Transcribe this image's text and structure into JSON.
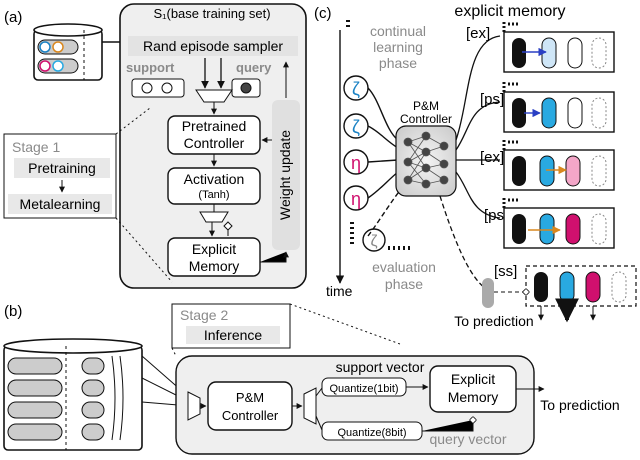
{
  "panel_a": {
    "label": "(a)",
    "set_title": "S₁(base training set)",
    "sampler": "Rand episode sampler",
    "support": "support",
    "query": "query",
    "controller_line1": "Pretrained",
    "controller_line2": "Controller",
    "activation_line1": "Activation",
    "activation_line2": "(Tanh)",
    "memory_line1": "Explicit",
    "memory_line2": "Memory",
    "weight_update": "Weight update",
    "stage_title": "Stage 1",
    "stage_step1": "Pretraining",
    "stage_step2": "Metalearning"
  },
  "panel_b": {
    "label": "(b)",
    "stage_title": "Stage 2",
    "inference": "Inference",
    "support_vector": "support vector",
    "controller_line1": "P&M",
    "controller_line2": "Controller",
    "quantize_1bit": "Quantize(1bit)",
    "quantize_8bit": "Quantize(8bit)",
    "memory_line1": "Explicit",
    "memory_line2": "Memory",
    "query_vector": "query vector",
    "to_prediction": "To prediction"
  },
  "panel_c": {
    "label": "(c)",
    "explicit_memory_title": "explicit memory",
    "continual_line1": "continual",
    "continual_line2": "learning",
    "continual_line3": "phase",
    "controller_line1": "P&M",
    "controller_line2": "Controller",
    "evaluation_line1": "evaluation",
    "evaluation_line2": "phase",
    "time": "time",
    "ops": [
      "[ex]",
      "[ps]",
      "[ex]",
      "[ps]",
      "[ss]"
    ],
    "to_prediction": "To prediction"
  },
  "colors": {
    "panel_bg": "#efefef",
    "cyan": "#29a9e1",
    "blue_glyph": "#1a82c4",
    "magenta": "#d0106e",
    "pink": "#f4a6c8",
    "light_blue": "#cfe6f7",
    "black_cell": "#111111",
    "orange_arrow": "#d9871e",
    "blue_arrow": "#2a3fc4"
  }
}
